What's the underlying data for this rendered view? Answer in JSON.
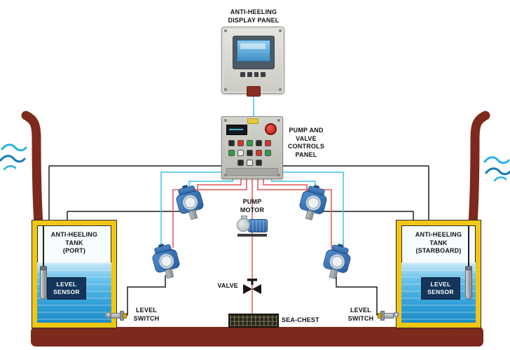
{
  "diagram": {
    "subject": "ship anti-heeling ballast system schematic"
  },
  "labels": {
    "display_panel": [
      "ANTI-HEELING",
      "DISPLAY PANEL"
    ],
    "controls_panel": [
      "PUMP AND",
      "VALVE",
      "CONTROLS",
      "PANEL"
    ],
    "pump_motor": [
      "PUMP",
      "MOTOR"
    ],
    "valve": "VALVE",
    "sea_chest": "SEA-CHEST",
    "tank_port": [
      "ANTI-HEELING",
      "TANK",
      "(PORT)"
    ],
    "tank_starboard": [
      "ANTI-HEELING",
      "TANK",
      "(STARBOARD)"
    ],
    "level_sensor_port": [
      "LEVEL",
      "SENSOR"
    ],
    "level_sensor_starboard": [
      "LEVEL",
      "SENSOR"
    ],
    "level_switch_port": [
      "LEVEL",
      "SWITCH"
    ],
    "level_switch_starboard": [
      "LEVEL",
      "SWITCH"
    ]
  },
  "colors": {
    "hull": "#7c2a1b",
    "tank_border": "#f2c713",
    "tank_water": "#2f9fd8",
    "signal_line_cyan": "#3bc4ea",
    "control_line_red": "#e2565a",
    "sensor_line_black": "#1c1c1c",
    "sensor_box": "#14365a",
    "transmitter_blue": "#2f6fb8",
    "estop_red": "#c41f15",
    "wave_light": "#29b2e4",
    "wave_dark": "#1577b8"
  }
}
